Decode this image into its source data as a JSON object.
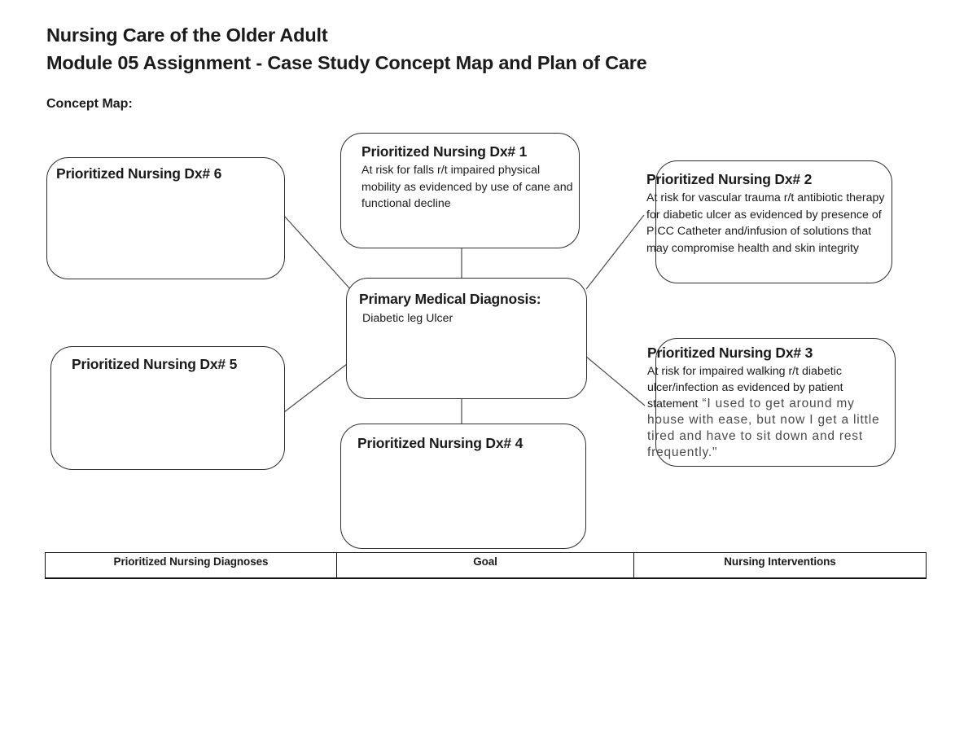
{
  "page": {
    "title_line1": "Nursing Care of the Older Adult",
    "title_line2": "Module 05 Assignment - Case Study Concept Map and Plan of Care",
    "section_label": "Concept Map:"
  },
  "concept_map": {
    "primary": {
      "title": "Primary Medical Diagnosis:",
      "body": "Diabetic leg Ulcer"
    },
    "dx1": {
      "title": "Prioritized Nursing Dx# 1",
      "body": "At risk for falls r/t impaired physical mobility as evidenced by use of cane and functional decline"
    },
    "dx2": {
      "title": "Prioritized Nursing Dx# 2",
      "body": "At risk for vascular trauma r/t antibiotic therapy for diabetic ulcer as evidenced by presence of PICC Catheter and/infusion of solutions that may compromise health and skin integrity"
    },
    "dx3": {
      "title": "Prioritized Nursing Dx# 3",
      "body": "At risk for impaired walking r/t diabetic ulcer/infection as evidenced by patient statement",
      "quote": " “I used to get around my house with ease, but now I get a little tired and have to sit down and rest frequently.\""
    },
    "dx4": {
      "title": "Prioritized Nursing Dx# 4",
      "body": ""
    },
    "dx5": {
      "title": "Prioritized Nursing Dx# 5",
      "body": ""
    },
    "dx6": {
      "title": "Prioritized Nursing Dx# 6",
      "body": ""
    }
  },
  "care_plan_table": {
    "headers": [
      "Prioritized Nursing Diagnoses",
      "Goal",
      "Nursing Interventions"
    ]
  },
  "colors": {
    "ink": "#1b1b1b",
    "shape_outline": "#2e2e2e",
    "quote_text": "#4a4a4a"
  }
}
